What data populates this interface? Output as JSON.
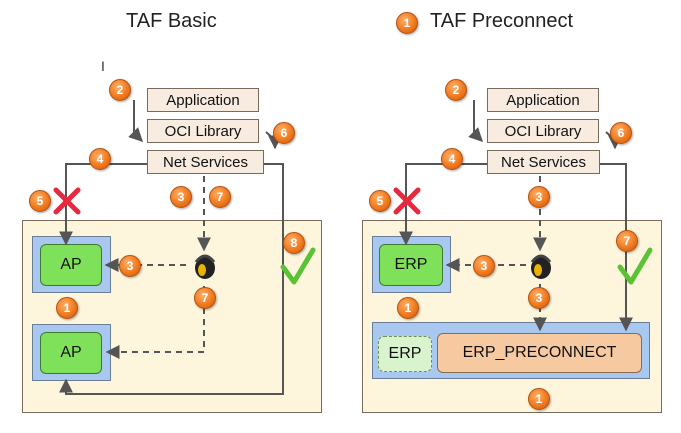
{
  "titles": {
    "left": "TAF Basic",
    "right": "TAF Preconnect",
    "right_badge": "1"
  },
  "stack": {
    "application": "Application",
    "oci_library": "OCI Library",
    "net_services": "Net Services"
  },
  "left_panel": {
    "ap_top": "AP",
    "ap_bottom": "AP",
    "badges": {
      "b2": "2",
      "b4": "4",
      "b5": "5",
      "b6": "6",
      "b3_net": "3",
      "b7_net": "7",
      "b8": "8",
      "b3_ap": "3",
      "b7_listener": "7",
      "b1": "1"
    }
  },
  "right_panel": {
    "erp_top": "ERP",
    "erp_bottom": "ERP",
    "erp_preconnect": "ERP_PRECONNECT",
    "badges": {
      "b2": "2",
      "b4": "4",
      "b5": "5",
      "b6": "6",
      "b3_net": "3",
      "b7": "7",
      "b3_erp": "3",
      "b3_below": "3",
      "b1_mid": "1",
      "b1_bottom": "1"
    }
  },
  "colors": {
    "badge": "#f07a1e",
    "fail_x": "#e8283c",
    "success_check": "#5bc236",
    "connector": "#555555"
  },
  "icons": [
    "listener-icon",
    "fail-x-icon",
    "success-check-icon",
    "text-cursor-icon"
  ]
}
